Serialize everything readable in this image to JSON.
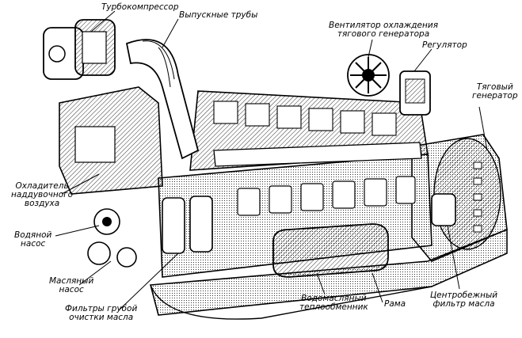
{
  "labels": {
    "turbocompressor": [
      "Турбокомпрессор"
    ],
    "exhaust_pipes": [
      "Выпускные трубы"
    ],
    "fan": [
      "Вентилятор охлаждения",
      "тягового генератора"
    ],
    "regulator": [
      "Регулятор"
    ],
    "traction_generator": [
      "Тяговый",
      "генератор"
    ],
    "charge_air_cooler": [
      "Охладитель",
      "наддувочного",
      "воздуха"
    ],
    "water_pump": [
      "Водяной",
      "насос"
    ],
    "oil_pump": [
      "Масляный",
      "насос"
    ],
    "coarse_oil_filters": [
      "Фильтры грубой",
      "очистки масла"
    ],
    "heat_exchanger": [
      "Водомасляный",
      "теплообменник"
    ],
    "frame": [
      "Рама"
    ],
    "centrifugal_filter": [
      "Центробежный",
      "фильтр масла"
    ]
  },
  "colors": {
    "ink": "#000000",
    "paper": "#ffffff",
    "shade": "#d9d9d9"
  }
}
